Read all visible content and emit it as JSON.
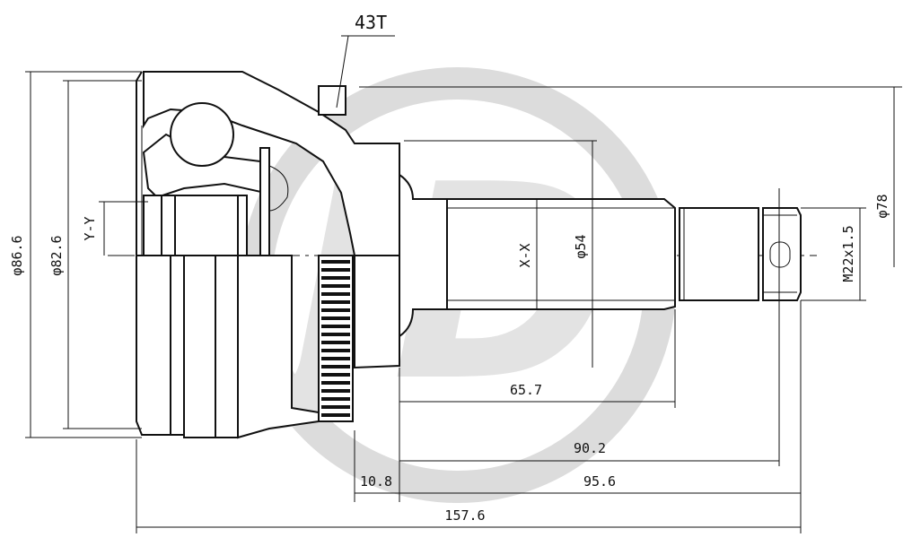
{
  "watermark": {
    "text": "JD",
    "color": "#d9d9d9"
  },
  "labels": {
    "spline_count": "43T",
    "axis_y": "Y-Y",
    "axis_x": "X-X",
    "dia_outer": "φ86.6",
    "dia_inner": "φ82.6",
    "dia_shaft": "φ54",
    "dia_ring": "φ78",
    "thread": "M22x1.5",
    "len_shaft": "65.7",
    "len_to_thread": "90.2",
    "len_ring": "10.8",
    "len_stub": "95.6",
    "len_total": "157.6"
  },
  "colors": {
    "line": "#111111",
    "hatch": "#111111",
    "background": "#ffffff"
  }
}
